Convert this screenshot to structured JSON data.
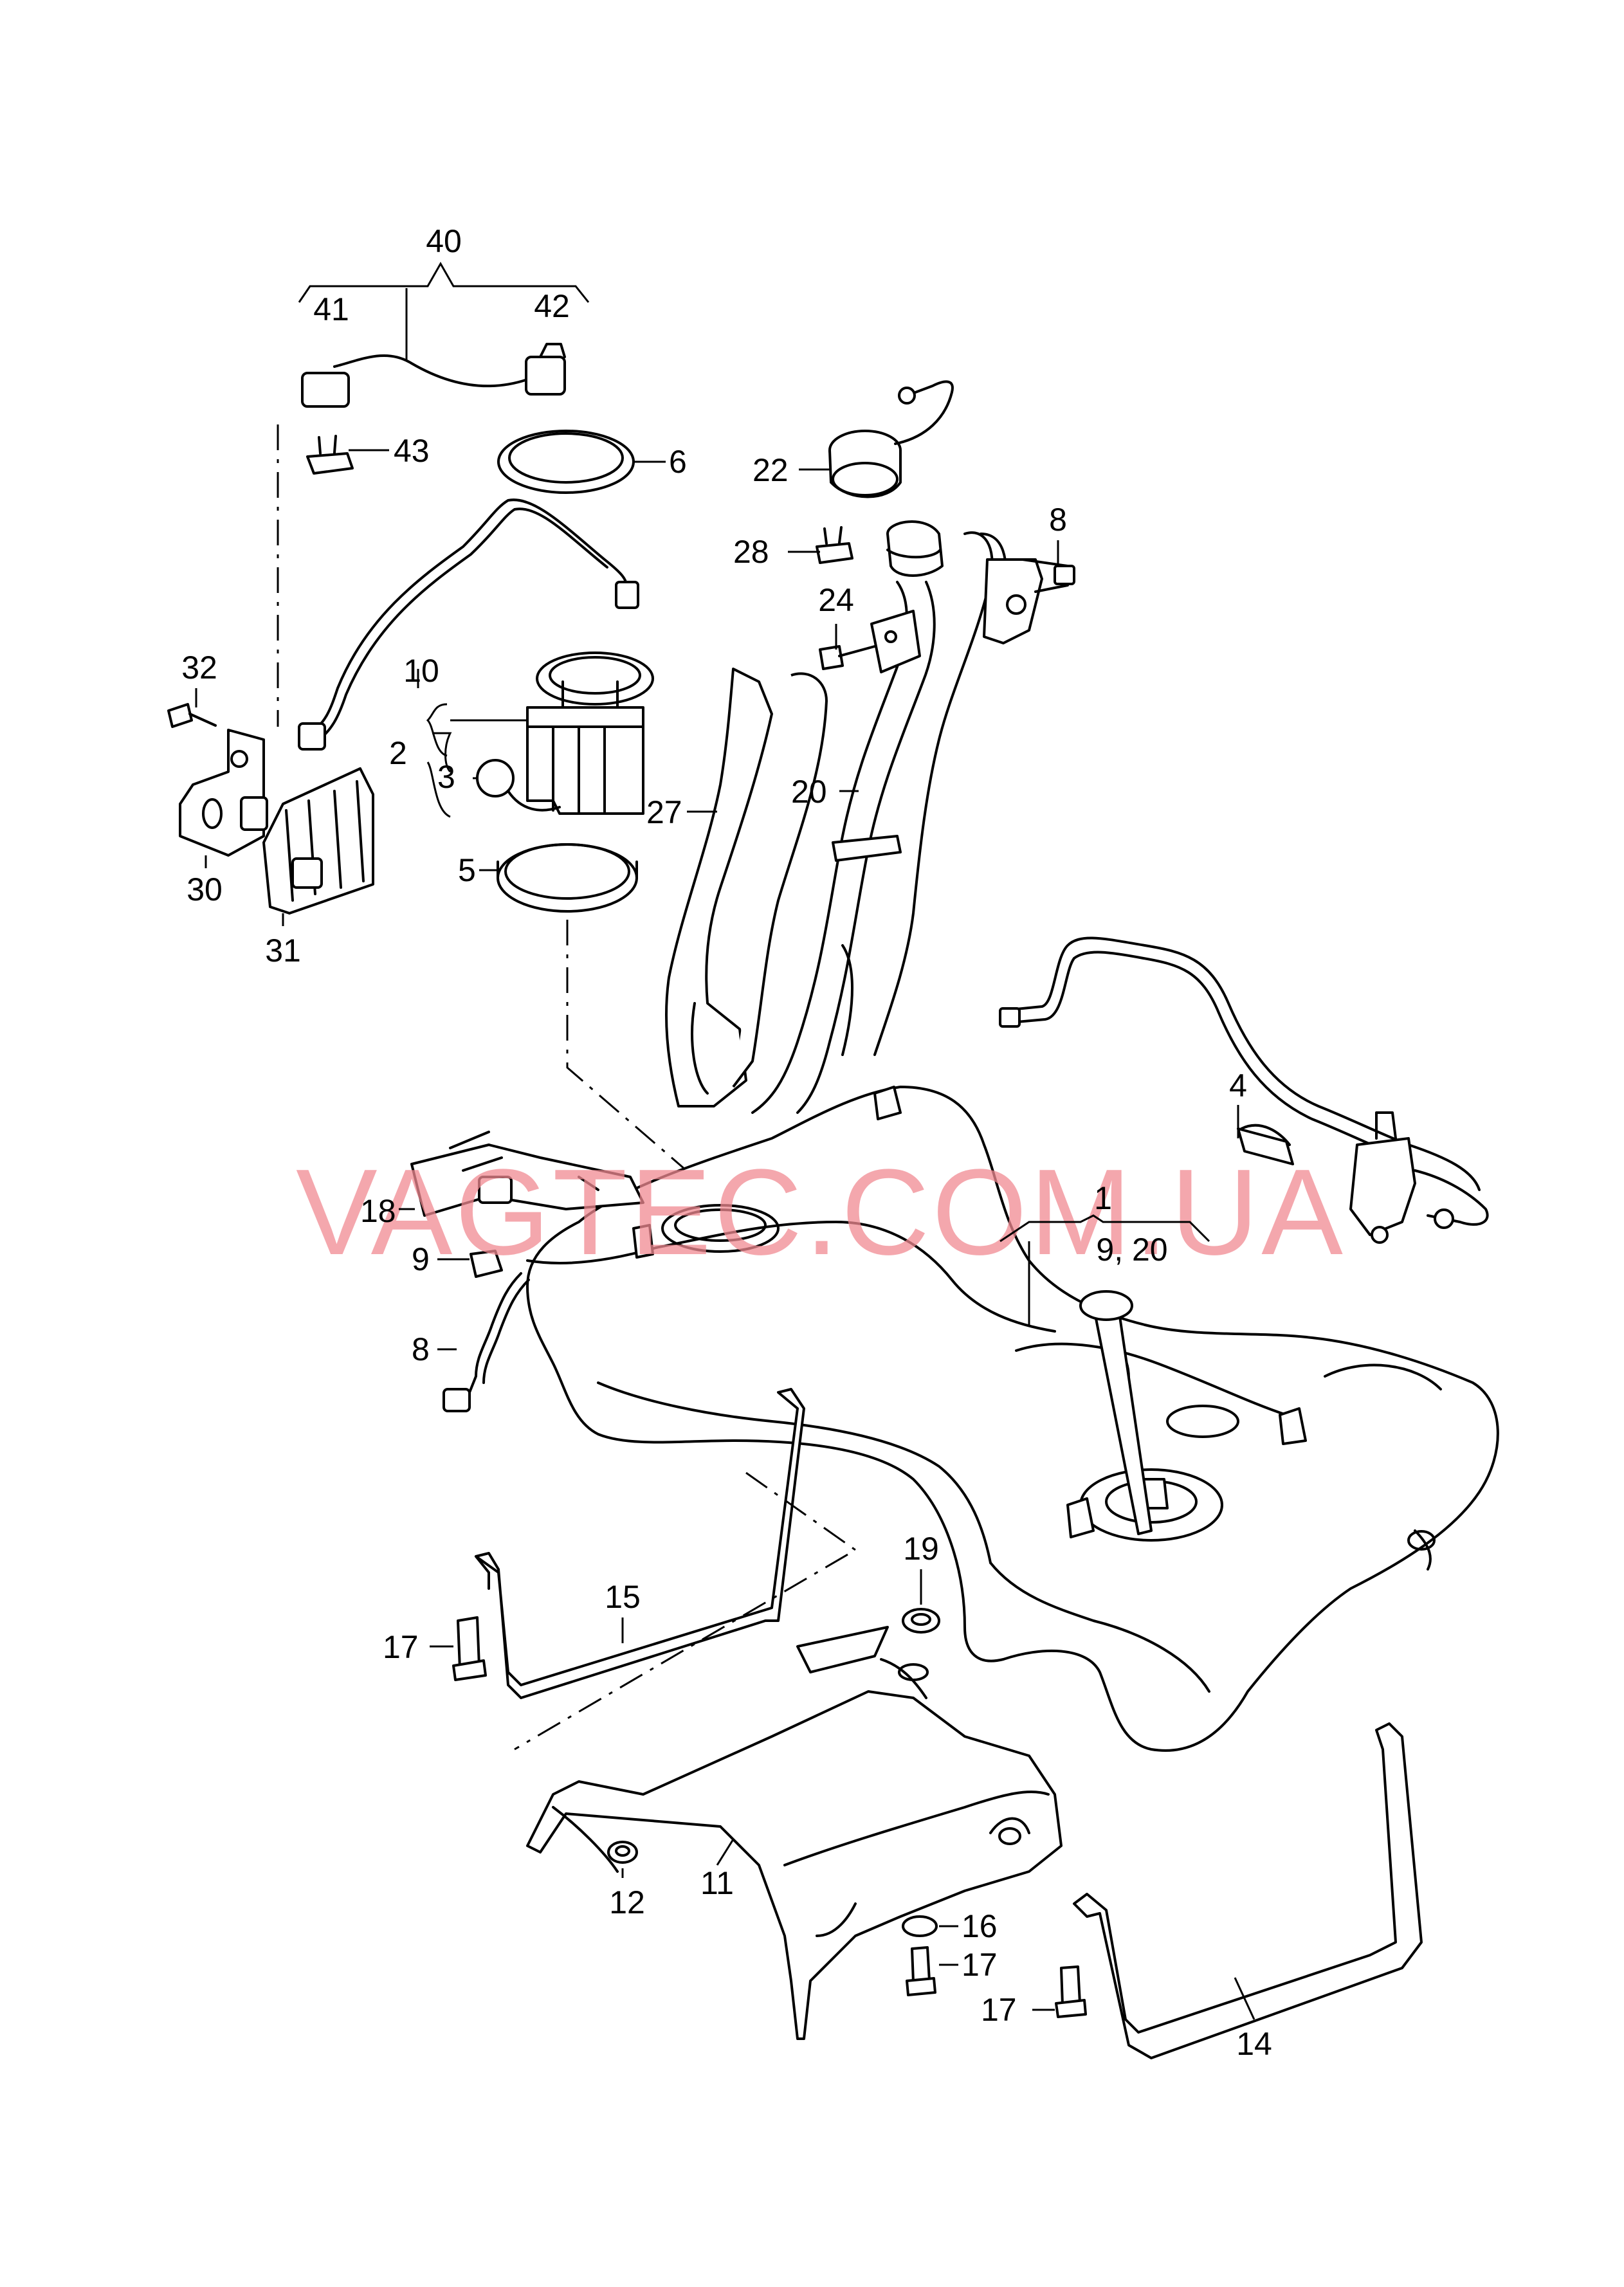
{
  "watermark": "VAGTEC.COM.UA",
  "labels": {
    "l40": "40",
    "l41": "41",
    "l42": "42",
    "l43": "43",
    "l6": "6",
    "l22": "22",
    "l8a": "8",
    "l28": "28",
    "l24": "24",
    "l32": "32",
    "l10": "10",
    "l2": "2",
    "l3": "3",
    "l30": "30",
    "l31": "31",
    "l5": "5",
    "l27": "27",
    "l20": "20",
    "l4": "4",
    "l1": "1",
    "l920": "9, 20",
    "l18": "18",
    "l9": "9",
    "l8b": "8",
    "l15": "15",
    "l19": "19",
    "l17a": "17",
    "l11": "11",
    "l12": "12",
    "l16": "16",
    "l17b": "17",
    "l17c": "17",
    "l14": "14"
  }
}
